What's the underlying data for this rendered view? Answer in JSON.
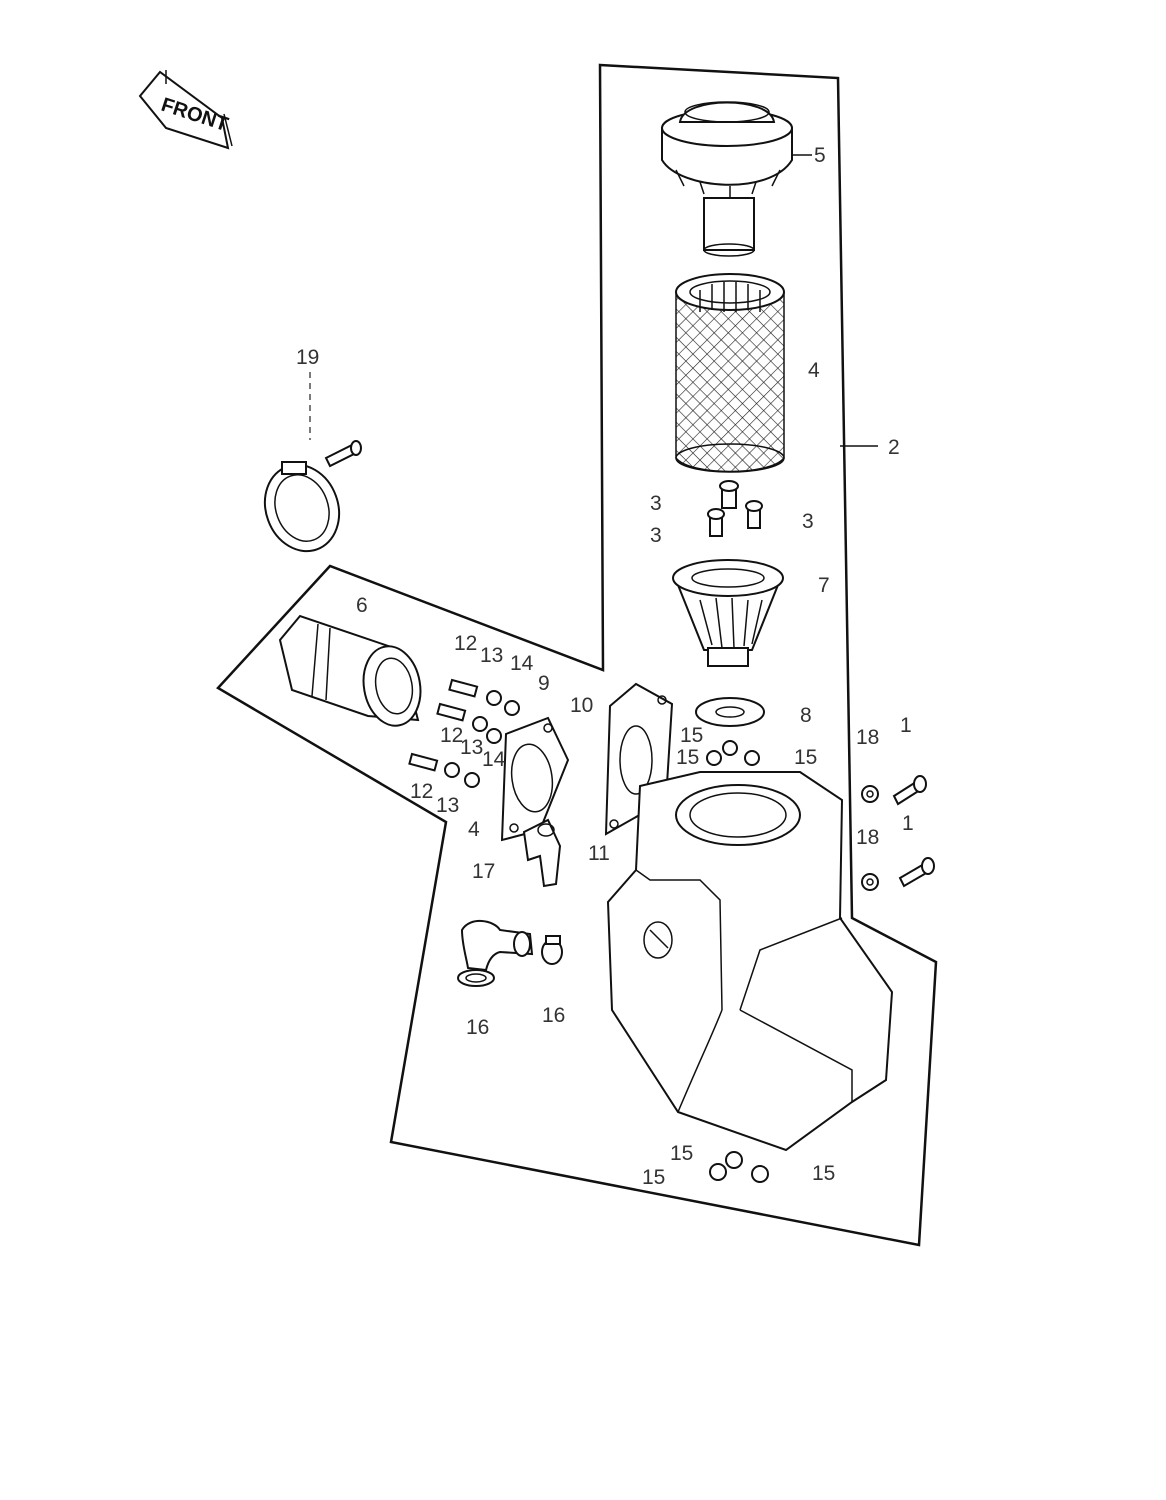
{
  "front_badge": {
    "text": "FRONT"
  },
  "labels": [
    {
      "key": "5",
      "text": "5"
    },
    {
      "key": "4",
      "text": "4"
    },
    {
      "key": "2",
      "text": "2"
    },
    {
      "key": "3a",
      "text": "3"
    },
    {
      "key": "3b",
      "text": "3"
    },
    {
      "key": "3c",
      "text": "3"
    },
    {
      "key": "7",
      "text": "7"
    },
    {
      "key": "8",
      "text": "8"
    },
    {
      "key": "19",
      "text": "19"
    },
    {
      "key": "6",
      "text": "6"
    },
    {
      "key": "12a",
      "text": "12"
    },
    {
      "key": "13a",
      "text": "13"
    },
    {
      "key": "14a",
      "text": "14"
    },
    {
      "key": "9",
      "text": "9"
    },
    {
      "key": "10",
      "text": "10"
    },
    {
      "key": "15a",
      "text": "15"
    },
    {
      "key": "15b",
      "text": "15"
    },
    {
      "key": "15c",
      "text": "15"
    },
    {
      "key": "18a",
      "text": "18"
    },
    {
      "key": "1a",
      "text": "1"
    },
    {
      "key": "18b",
      "text": "18"
    },
    {
      "key": "1b",
      "text": "1"
    },
    {
      "key": "12b",
      "text": "12"
    },
    {
      "key": "13b",
      "text": "13"
    },
    {
      "key": "14b",
      "text": "14"
    },
    {
      "key": "12c",
      "text": "12"
    },
    {
      "key": "13c",
      "text": "13"
    },
    {
      "key": "4b",
      "text": "4"
    },
    {
      "key": "11",
      "text": "11"
    },
    {
      "key": "17",
      "text": "17"
    },
    {
      "key": "16a",
      "text": "16"
    },
    {
      "key": "16b",
      "text": "16"
    },
    {
      "key": "15d",
      "text": "15"
    },
    {
      "key": "15e",
      "text": "15"
    },
    {
      "key": "15f",
      "text": "15"
    }
  ]
}
